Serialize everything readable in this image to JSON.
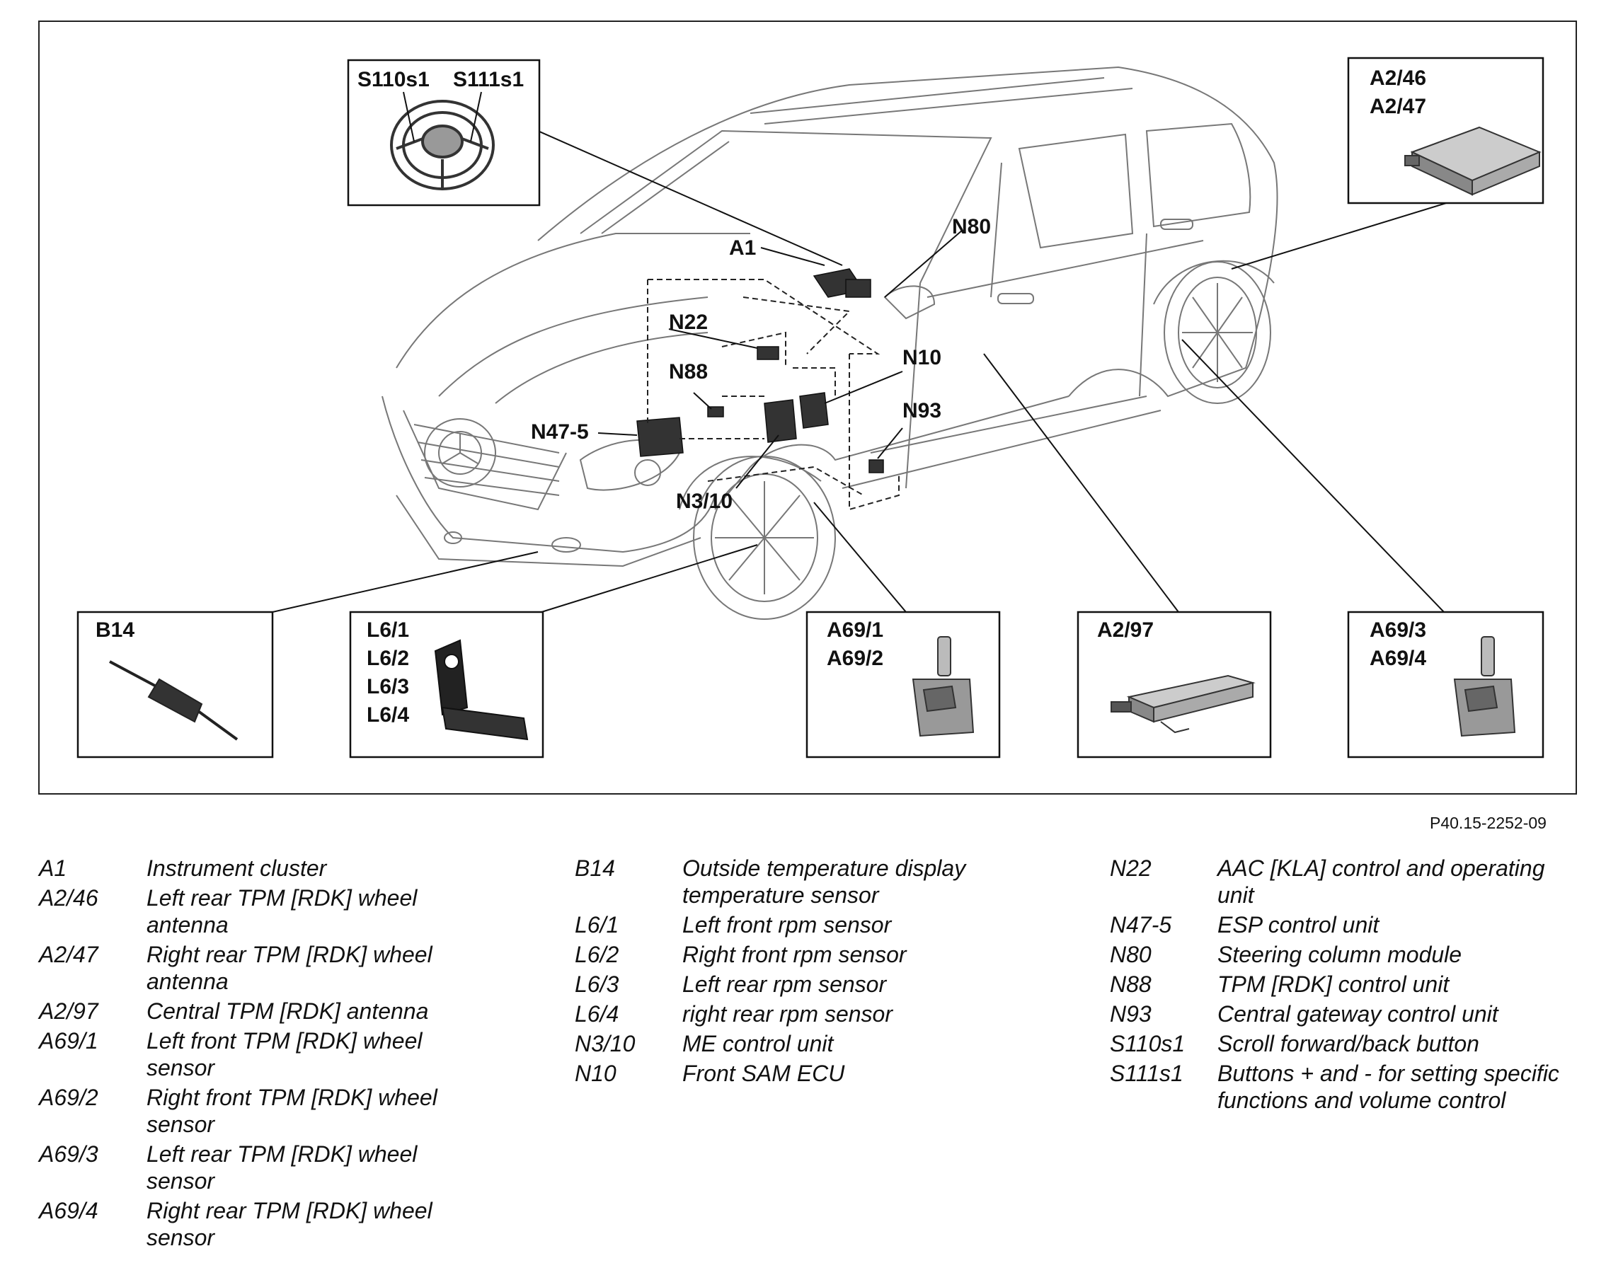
{
  "callouts": {
    "A1": "A1",
    "N80": "N80",
    "N22": "N22",
    "N10": "N10",
    "N88": "N88",
    "N93": "N93",
    "N47_5": "N47-5",
    "N3_10": "N3/10"
  },
  "boxes": {
    "steering": {
      "labels": [
        "S110s1",
        "S111s1"
      ]
    },
    "a2_46": {
      "labels": [
        "A2/46",
        "A2/47"
      ]
    },
    "b14": {
      "labels": [
        "B14"
      ]
    },
    "l6": {
      "labels": [
        "L6/1",
        "L6/2",
        "L6/3",
        "L6/4"
      ]
    },
    "a69_1": {
      "labels": [
        "A69/1",
        "A69/2"
      ]
    },
    "a2_97": {
      "labels": [
        "A2/97"
      ]
    },
    "a69_3": {
      "labels": [
        "A69/3",
        "A69/4"
      ]
    }
  },
  "reference_code": "P40.15-2252-09",
  "legend": {
    "col1": [
      {
        "code": "A1",
        "desc": "Instrument cluster"
      },
      {
        "code": "A2/46",
        "desc": "Left rear TPM [RDK] wheel antenna"
      },
      {
        "code": "A2/47",
        "desc": "Right rear TPM [RDK] wheel antenna"
      },
      {
        "code": "A2/97",
        "desc": "Central TPM [RDK] antenna"
      },
      {
        "code": "A69/1",
        "desc": "Left front TPM [RDK] wheel sensor"
      },
      {
        "code": "A69/2",
        "desc": "Right front TPM [RDK] wheel sensor"
      },
      {
        "code": "A69/3",
        "desc": "Left rear TPM [RDK] wheel sensor"
      },
      {
        "code": "A69/4",
        "desc": "Right rear TPM [RDK] wheel sensor"
      }
    ],
    "col2": [
      {
        "code": "B14",
        "desc": "Outside temperature display temperature sensor"
      },
      {
        "code": "L6/1",
        "desc": "Left front rpm sensor"
      },
      {
        "code": "L6/2",
        "desc": "Right front rpm sensor"
      },
      {
        "code": "L6/3",
        "desc": "Left rear rpm sensor"
      },
      {
        "code": "L6/4",
        "desc": "right rear rpm sensor"
      },
      {
        "code": "N3/10",
        "desc": "ME control unit"
      },
      {
        "code": "N10",
        "desc": "Front SAM ECU"
      }
    ],
    "col3": [
      {
        "code": "N22",
        "desc": "AAC [KLA] control and operating unit"
      },
      {
        "code": "N47-5",
        "desc": "ESP control unit"
      },
      {
        "code": "N80",
        "desc": "Steering column module"
      },
      {
        "code": "N88",
        "desc": "TPM [RDK] control unit"
      },
      {
        "code": "N93",
        "desc": "Central gateway control unit"
      },
      {
        "code": "S110s1",
        "desc": "Scroll forward/back button"
      },
      {
        "code": "S111s1",
        "desc": "Buttons + and - for setting specific functions and volume control"
      }
    ]
  }
}
